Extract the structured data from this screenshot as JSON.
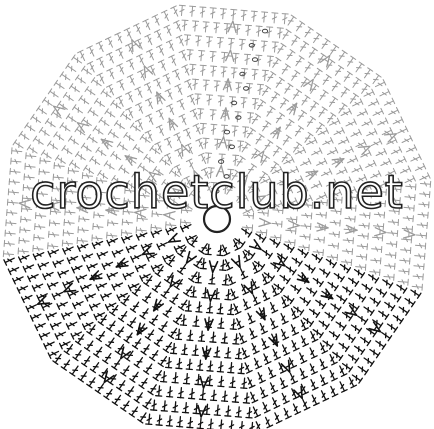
{
  "watermark": {
    "text": "crochetclub.net"
  },
  "diagram": {
    "type": "crochet-chart-round",
    "wedge_count": 12,
    "rows_per_wedge": 13,
    "stitch_symbols": [
      "chain-oval",
      "double-crochet",
      "treble-crochet-cluster"
    ],
    "colors": {
      "stitch_light": "#9a9a9a",
      "stitch_dark": "#111111",
      "center_ring": "#222222"
    }
  }
}
